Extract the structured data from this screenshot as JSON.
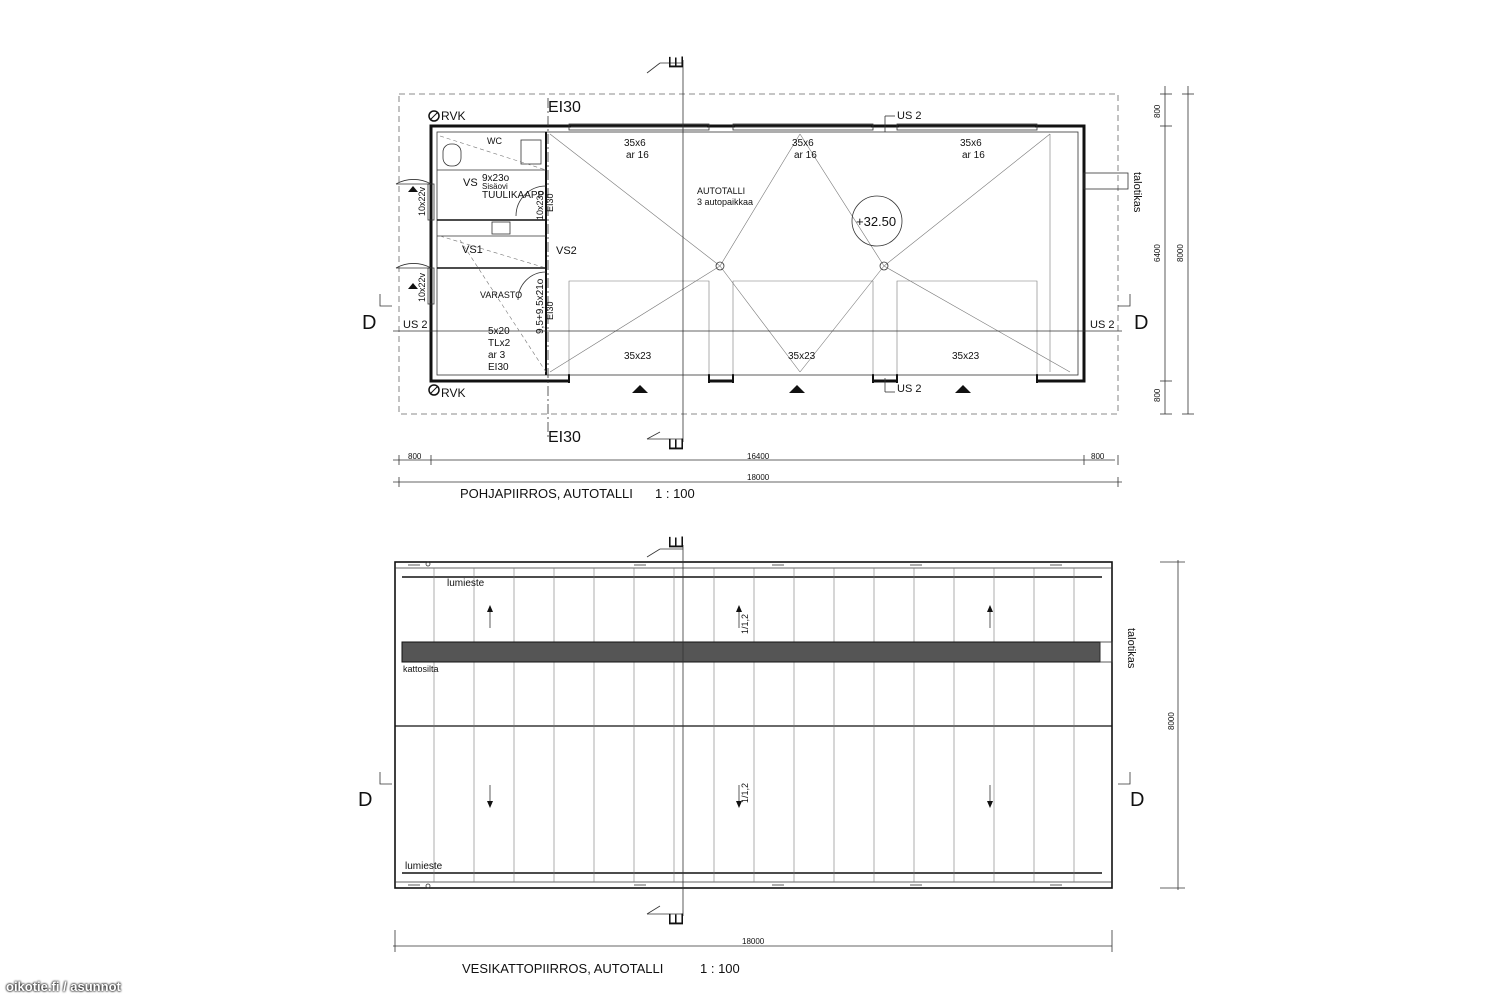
{
  "floor_plan": {
    "caption": "POHJAPIIRROS, AUTOTALLI",
    "scale": "1 : 100",
    "section_marks": {
      "d_left": "D",
      "d_right": "D",
      "e_top": "E",
      "e_bottom": "E"
    },
    "ei30_top": "EI30",
    "ei30_bottom": "EI30",
    "rvk_top": "RVK",
    "rvk_bottom": "RVK",
    "us2_top": "US 2",
    "us2_bottom": "US 2",
    "us2_left": "US 2",
    "us2_right": "US 2",
    "talotikas": "talotikas",
    "rooms": {
      "wc": "WC",
      "vs": "VS",
      "tuulikaappi": "TUULIKAAPPI",
      "door_top_small": "9x23o",
      "door_top_small2": "Sisäovi",
      "door_10x23o": "10x23o",
      "ei30_vert": "EI30",
      "vs1": "VS1",
      "vs2": "VS2",
      "varasto": "VARASTO",
      "door_95": "9,5+9,5x21o",
      "ei30_vert2": "EI30",
      "door_10x22v_1": "10x22v",
      "door_10x22v_2": "10x22v",
      "window_5x20": "5x20",
      "window_tl": "TLx2",
      "window_ar3": "ar 3",
      "window_ei30": "EI30",
      "autotalli": "AUTOTALLI",
      "autopaikkaa": "3 autopaikkaa"
    },
    "windows": [
      {
        "size": "35x6",
        "ar": "ar 16"
      },
      {
        "size": "35x6",
        "ar": "ar 16"
      },
      {
        "size": "35x6",
        "ar": "ar 16"
      }
    ],
    "doors": [
      "35x23",
      "35x23",
      "35x23"
    ],
    "level": "+32.50",
    "dims_horizontal": {
      "left": "800",
      "middle": "16400",
      "right": "800",
      "total": "18000"
    },
    "dims_vertical": {
      "top": "800",
      "middle": "6400",
      "bottom": "800",
      "total": "8000"
    }
  },
  "roof_plan": {
    "caption": "VESIKATTOPIIRROS, AUTOTALLI",
    "scale": "1 : 100",
    "section_marks": {
      "d_left": "D",
      "d_right": "D",
      "e_top": "E",
      "e_bottom": "E"
    },
    "lumieste_top": "lumieste",
    "lumieste_bottom": "lumieste",
    "kattosilta": "kattosilta",
    "talotikas": "talotikas",
    "slope_top": "1/1,2",
    "slope_bottom": "1/1,2",
    "dim_total_h": "18000",
    "dim_total_v": "8000"
  },
  "watermark": "oikotie.fi / asunnot"
}
